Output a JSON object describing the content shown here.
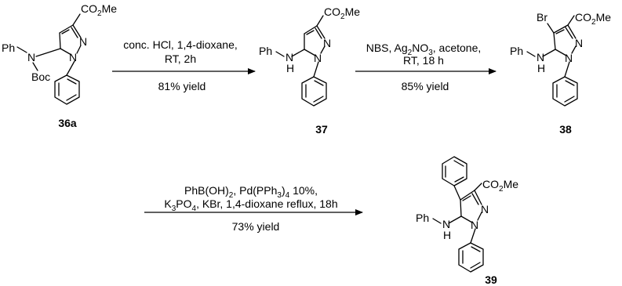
{
  "compounds": [
    {
      "id": "36a",
      "ester": "CO2Me",
      "amine": "N",
      "amine_sub": "Ph",
      "protecting": "Boc",
      "ring_n1": "N",
      "ring_n2": "N"
    },
    {
      "id": "37",
      "ester": "CO2Me",
      "amine": "N",
      "amine_h": "H",
      "amine_sub": "Ph",
      "ring_n1": "N",
      "ring_n2": "N"
    },
    {
      "id": "38",
      "ester": "CO2Me",
      "halogen": "Br",
      "amine": "N",
      "amine_h": "H",
      "amine_sub": "Ph",
      "ring_n1": "N",
      "ring_n2": "N"
    },
    {
      "id": "39",
      "ester": "CO2Me",
      "amine": "N",
      "amine_h": "H",
      "amine_sub": "Ph",
      "ring_n1": "N",
      "ring_n2": "N"
    }
  ],
  "steps": [
    {
      "conditions": [
        "conc. HCl, 1,4-dioxane,",
        "RT, 2h"
      ],
      "yield": "81% yield"
    },
    {
      "conditions": [
        "NBS, Ag2NO3, acetone,",
        "RT, 18 h"
      ],
      "yield": "85% yield"
    },
    {
      "conditions": [
        "PhB(OH)2, Pd(PPh3)4 10%,",
        "K3PO4, KBr, 1,4-dioxane  reflux, 18h"
      ],
      "yield": "73% yield"
    }
  ]
}
